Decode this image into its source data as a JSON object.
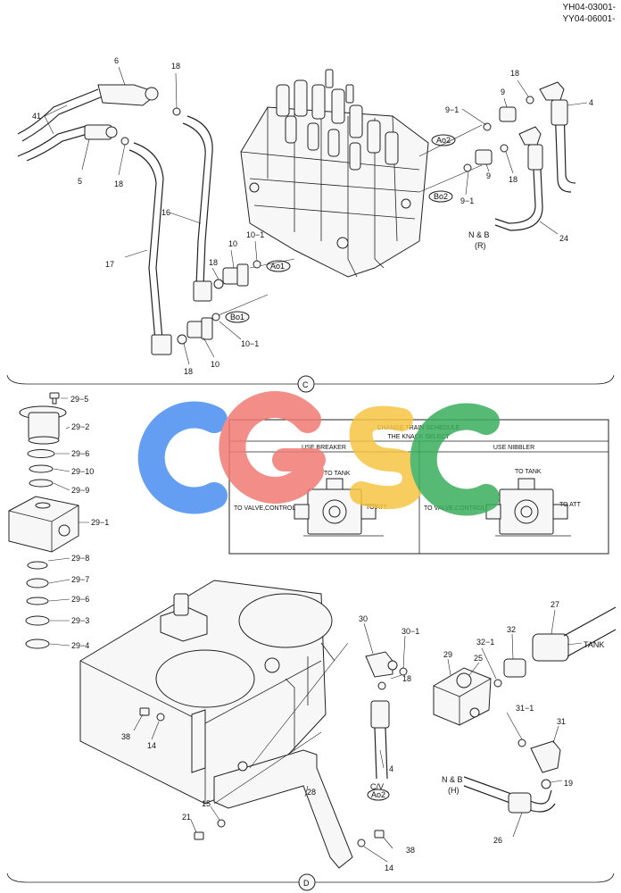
{
  "header": {
    "code1": "YH04-03001-",
    "code2": "YY04-06001-"
  },
  "watermark": {
    "text": "CGSC",
    "colors": [
      "#4a8ef0",
      "#f07a74",
      "#f5c542",
      "#3aae5c"
    ]
  },
  "section_c": {
    "circle_label": "C",
    "labels": {
      "p6": "6",
      "p18a": "18",
      "p41": "41",
      "p5": "5",
      "p18b": "18",
      "p16": "16",
      "p17": "17",
      "p10a": "10",
      "p10_1a": "10−1",
      "p18c": "18",
      "p18d": "18",
      "p10b": "10",
      "p10_1b": "10−1",
      "p9_1a": "9−1",
      "p9a": "9",
      "p18e": "18",
      "p4": "4",
      "p9b": "9",
      "p18f": "18",
      "p9_1b": "9−1",
      "p24": "24",
      "nb": "N & B",
      "nb_r": "(R)"
    },
    "ports": {
      "ao2": "Ao2",
      "bo2": "Bo2",
      "ao1": "Ao1",
      "bo1": "Bo1"
    }
  },
  "schedule": {
    "title1": "CHANGE TRAIN SCHEDULE",
    "title2": "THE KNACK SELECT",
    "col_left": "USE BREAKER",
    "col_right": "USE NIBBLER",
    "left": {
      "to_tank": "TO TANK",
      "to_valve": "TO VALVE,CONTROL",
      "to_att": "TO ATT"
    },
    "right": {
      "to_tank": "TO TANK",
      "to_valve": "TO VALVE,CONTROL",
      "to_att": "TO ATT"
    }
  },
  "stack_29": {
    "labels": [
      "29−5",
      "29−2",
      "29−6",
      "29−10",
      "29−9",
      "29−1",
      "29−8",
      "29−7",
      "29−6",
      "29−3",
      "29−4"
    ]
  },
  "section_d": {
    "circle_label": "D",
    "labels": {
      "p30": "30",
      "p30_1": "30−1",
      "p29": "29",
      "p25": "25",
      "p32_1": "32−1",
      "p32": "32",
      "p27": "27",
      "tank": "TANK",
      "p18": "18",
      "p31_1": "31−1",
      "p31": "31",
      "p38a": "38",
      "p14a": "14",
      "p4": "4",
      "cv": "C/V",
      "ao2": "Ao2",
      "nb": "N & B",
      "nb_h": "(H)",
      "p19": "19",
      "p28": "28",
      "p15": "15",
      "p21": "21",
      "p26": "26",
      "p38b": "38",
      "p14b": "14"
    }
  }
}
